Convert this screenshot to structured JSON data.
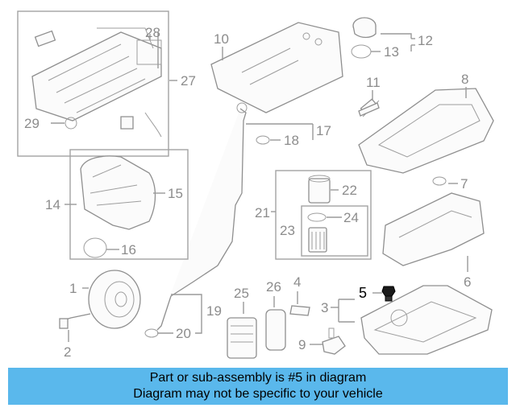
{
  "diagram": {
    "callouts": [
      "1",
      "2",
      "3",
      "4",
      "5",
      "6",
      "7",
      "8",
      "9",
      "10",
      "11",
      "12",
      "13",
      "14",
      "15",
      "16",
      "17",
      "18",
      "19",
      "20",
      "21",
      "22",
      "23",
      "24",
      "25",
      "26",
      "27",
      "28",
      "29"
    ],
    "highlighted": "5"
  },
  "footer": {
    "line1": "Part or sub-assembly is #5 in diagram",
    "line2": "Diagram may not be specific to your vehicle"
  }
}
